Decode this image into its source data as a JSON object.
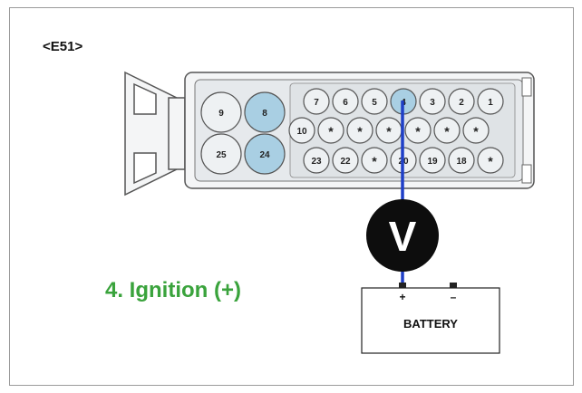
{
  "connector": {
    "label": "<E51>",
    "large_pins": [
      {
        "label": "9",
        "highlighted": false
      },
      {
        "label": "8",
        "highlighted": true
      },
      {
        "label": "25",
        "highlighted": false
      },
      {
        "label": "24",
        "highlighted": true
      }
    ],
    "top_row": [
      "7",
      "6",
      "5",
      "4",
      "3",
      "2",
      "1"
    ],
    "middle_row": [
      "10",
      "*",
      "*",
      "*",
      "*",
      "*",
      "*"
    ],
    "bottom_row": [
      "23",
      "22",
      "*",
      "20",
      "19",
      "18",
      "*"
    ],
    "probe_pin": "4"
  },
  "meter": {
    "symbol": "V"
  },
  "step": {
    "text": "4. Ignition (+)"
  },
  "battery": {
    "label": "BATTERY",
    "plus": "+",
    "minus": "–"
  },
  "colors": {
    "highlight_pin": "#a9cfe3",
    "normal_pin": "#eef1f3",
    "connector_fill": "#f4f5f6",
    "wire": "#1f3fc7",
    "step_text": "#3aa33c",
    "meter_fill": "#0d0d0d"
  }
}
